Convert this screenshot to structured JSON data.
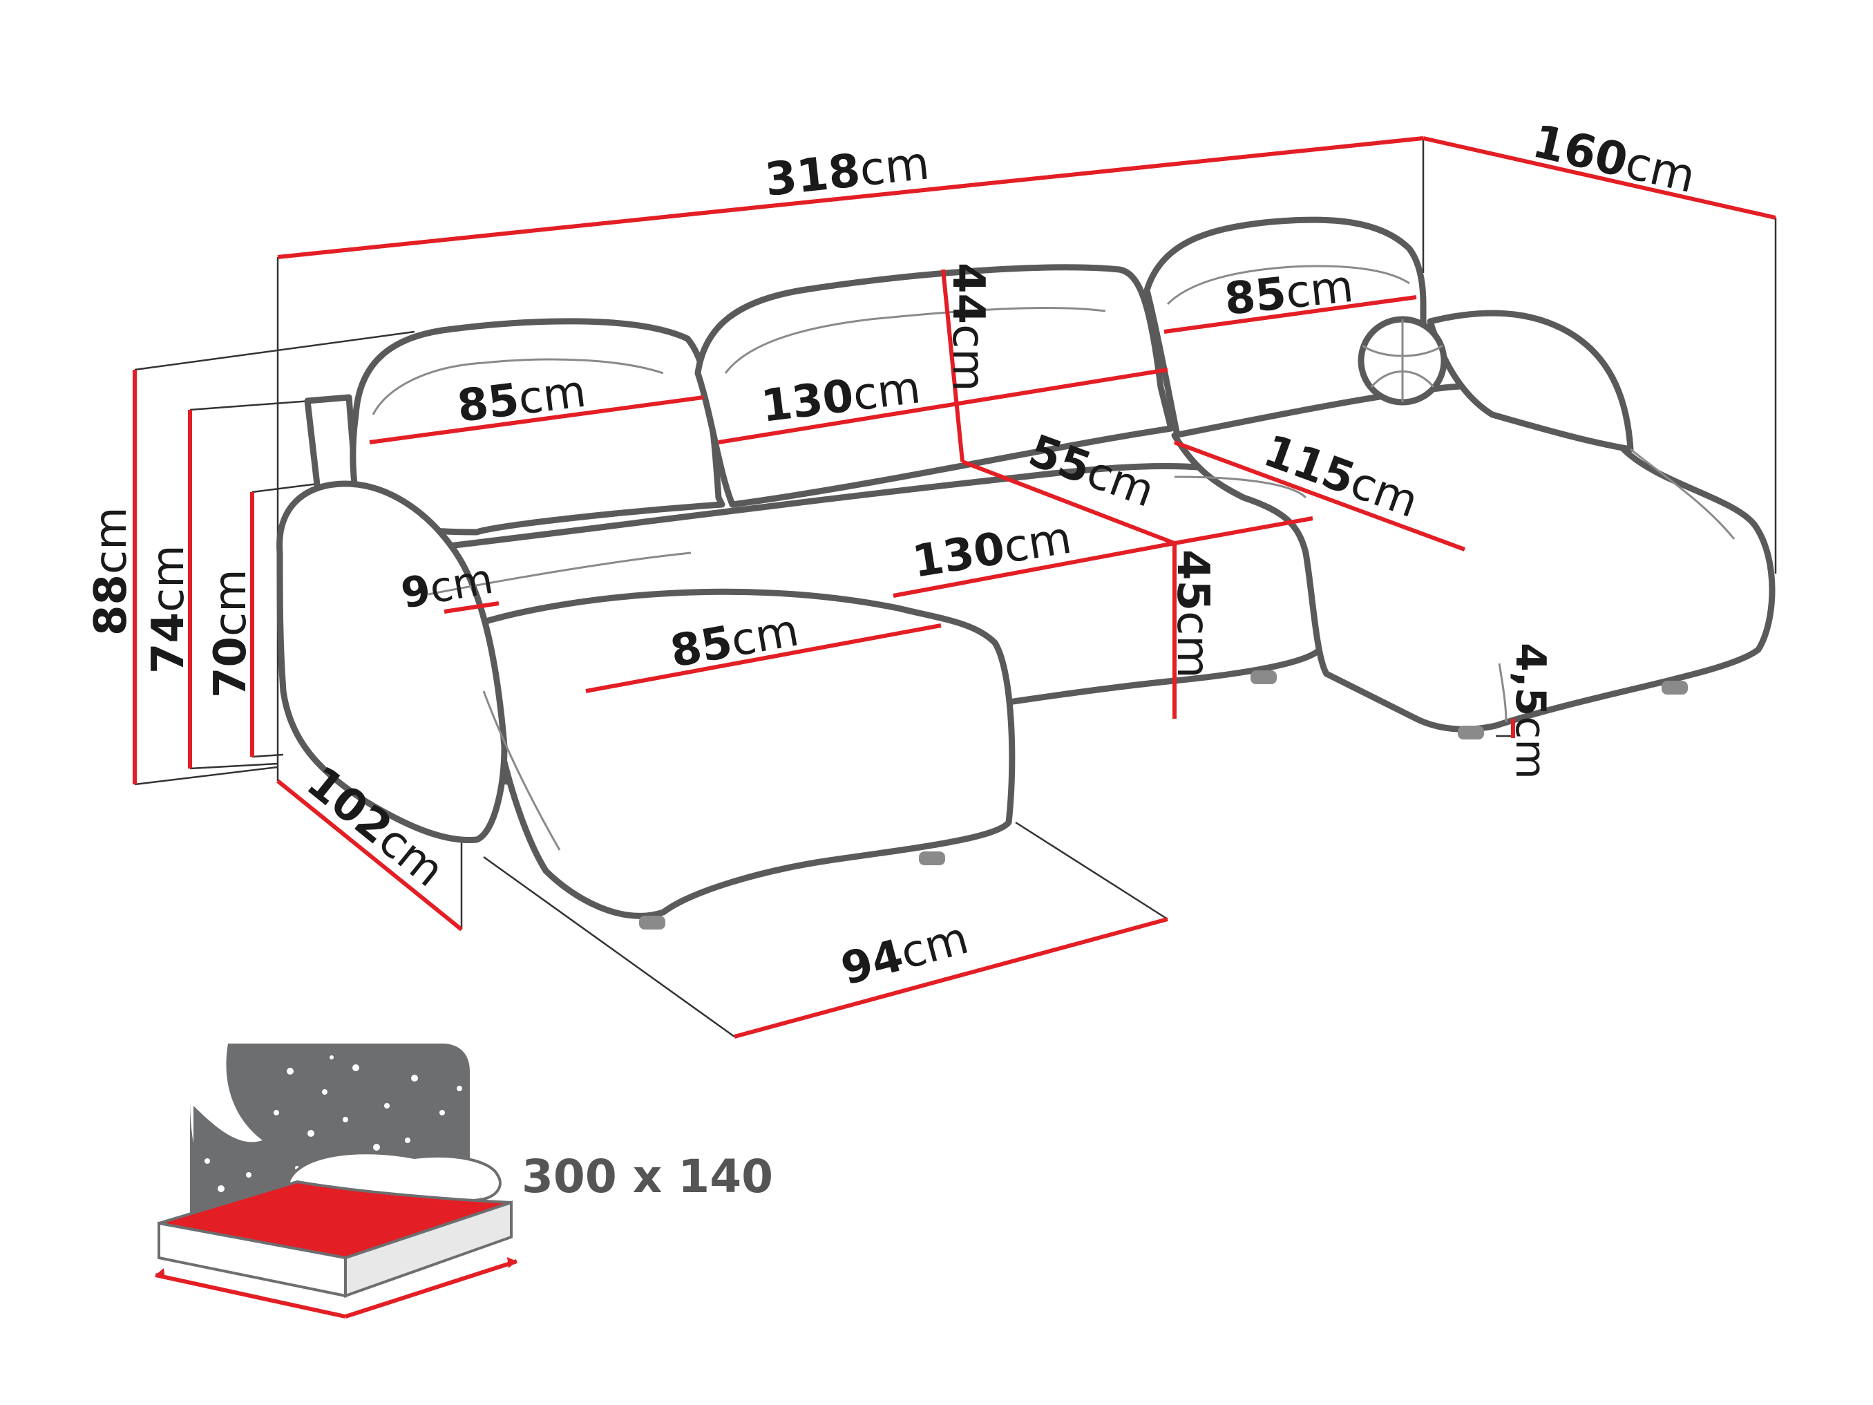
{
  "unit": "cm",
  "dimensions": {
    "overall_width": "318",
    "overall_depth": "160",
    "height_total": "88",
    "height_back": "74",
    "height_arm": "70",
    "armrest_depth": "102",
    "chaise_width": "94",
    "armrest_width": "9",
    "left_seat_depth": "85",
    "left_back_width": "85",
    "middle_back_width": "130",
    "back_cushion_height": "44",
    "right_back_width": "85",
    "middle_seat_width": "130",
    "middle_seat_depth": "55",
    "seat_height": "45",
    "right_chaise_length": "115",
    "leg_height": "4,5"
  },
  "bed": {
    "size_label": "300 x 140"
  },
  "colors": {
    "dimension_line": "#e31e24",
    "outline": "#5a5a5a",
    "bed_mattress": "#e31e24",
    "night_sky": "#6d6e70"
  }
}
